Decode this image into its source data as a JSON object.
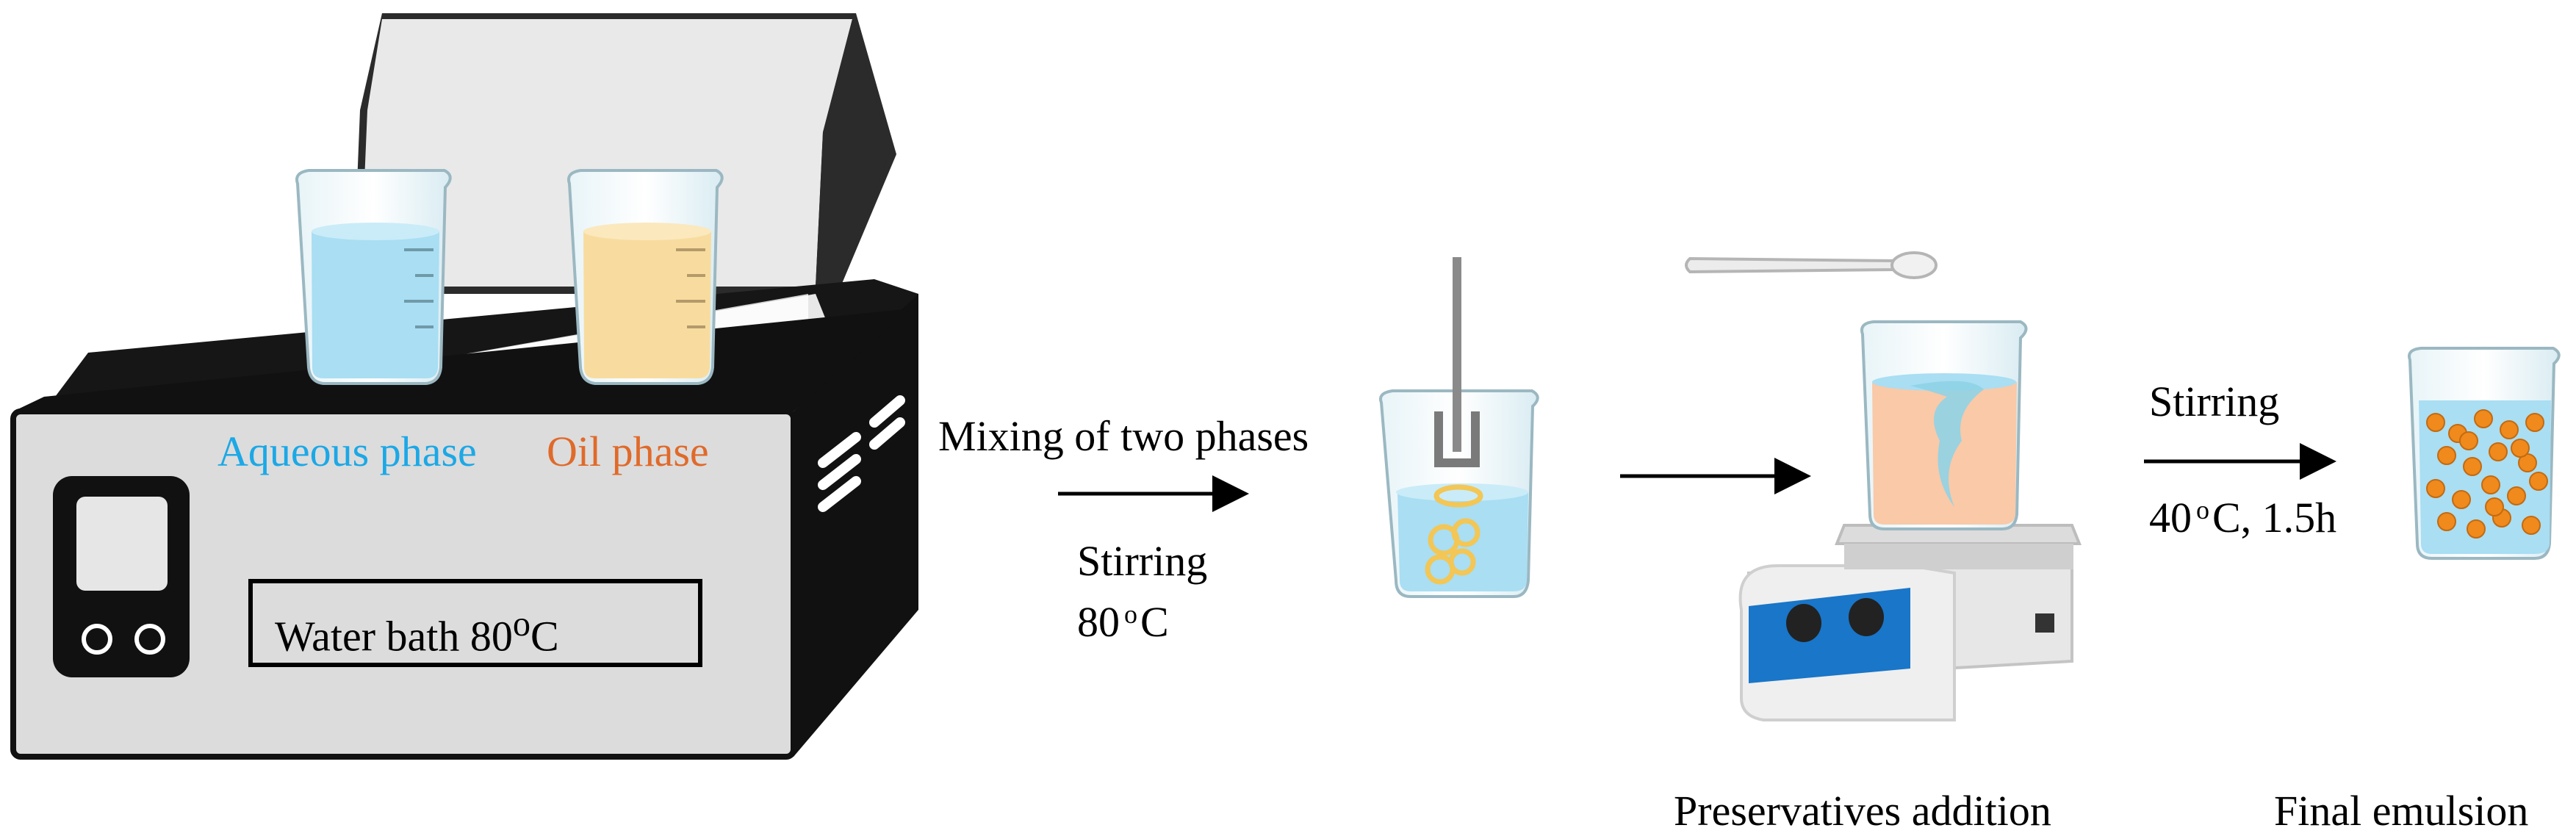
{
  "labels": {
    "aqueous": "Aqueous phase",
    "oil": "Oil phase",
    "water_bath": "Water bath 80",
    "water_bath_unit": "C",
    "deg": "o",
    "mixing": "Mixing of two phases",
    "stirring1": "Stirring",
    "temp1": "80",
    "temp1_unit": "C",
    "stirring2": "Stirring",
    "temp2": "40",
    "temp2_rest": "C, 1.5h",
    "preservatives": "Preservatives addition",
    "final": "Final emulsion"
  },
  "colors": {
    "aqueous": "#1ca8e6",
    "oil": "#e06a2a",
    "water": "#a9def3",
    "oil_liquid": "#f8dc9f",
    "emulsion_drop": "#f08a1c",
    "stirrer_blue": "#1976c9"
  },
  "icons": [
    "water-bath-icon",
    "beaker-icon",
    "stirrer-rod-icon",
    "spatula-icon",
    "magnetic-stirrer-icon",
    "arrow-right-icon"
  ]
}
